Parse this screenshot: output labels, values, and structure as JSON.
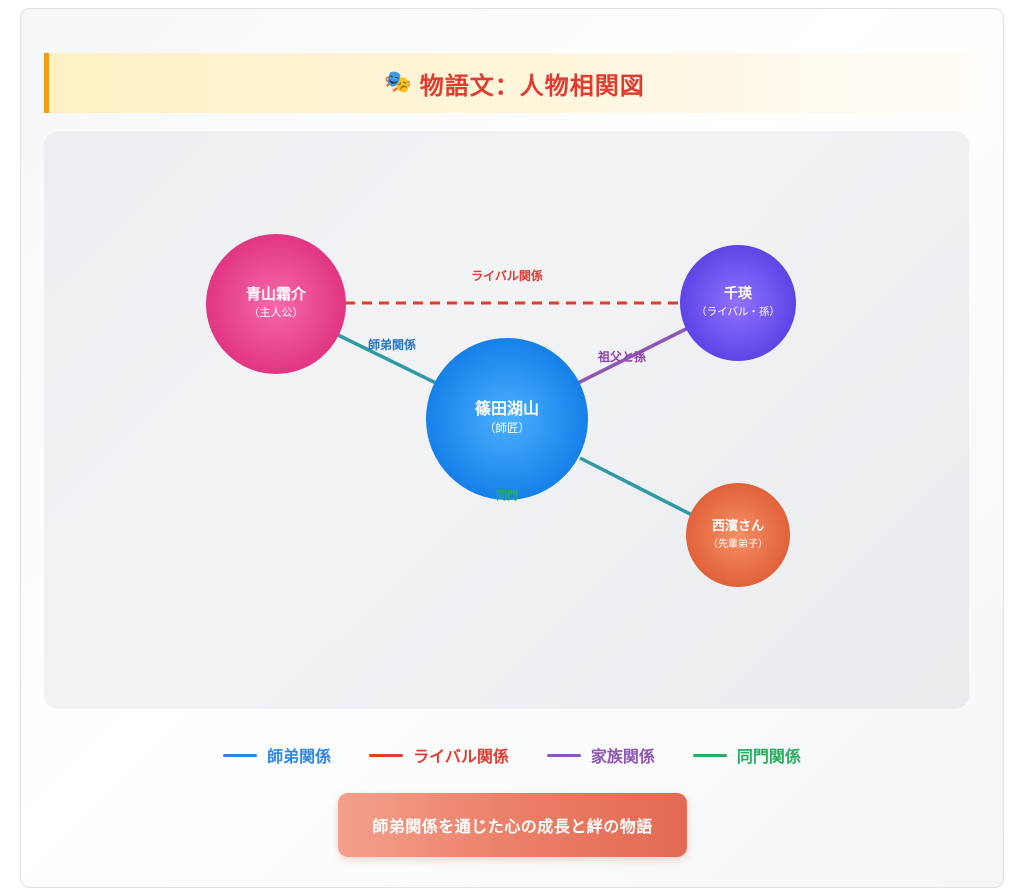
{
  "title": {
    "icon": "🎭",
    "text": "物語文：人物相関図"
  },
  "nodes": [
    {
      "id": "aoyama",
      "name": "青山霜介",
      "role": "（主人公）",
      "color_a": "#f45aa0",
      "color_b": "#e23a86"
    },
    {
      "id": "chiaki",
      "name": "千瑛",
      "role": "（ライバル・孫）",
      "color_a": "#8a6bff",
      "color_b": "#6046e8"
    },
    {
      "id": "shinoda",
      "name": "篠田湖山",
      "role": "（師匠）",
      "color_a": "#3aa4ff",
      "color_b": "#147fe6"
    },
    {
      "id": "nishihama",
      "name": "西濱さん",
      "role": "（先輩弟子）",
      "color_a": "#f5845a",
      "color_b": "#e2623a"
    }
  ],
  "edges": [
    {
      "label": "ライバル関係",
      "color": "#e03c31",
      "style": "dashed"
    },
    {
      "label": "師弟関係",
      "color": "#2e9aa8",
      "style": "solid"
    },
    {
      "label": "祖父と孫",
      "color": "#8e56b5",
      "style": "solid"
    },
    {
      "label": "同門",
      "color": "#2e9aa8",
      "style": "solid"
    }
  ],
  "edge_label_colors": {
    "rival": "#e03c31",
    "mentor": "#2874c8",
    "family": "#8e44ad",
    "same": "#27ae60"
  },
  "legend": [
    {
      "label": "師弟関係",
      "color": "#2e86de"
    },
    {
      "label": "ライバル関係",
      "color": "#e03c31"
    },
    {
      "label": "家族関係",
      "color": "#8e56b5"
    },
    {
      "label": "同門関係",
      "color": "#27ae60"
    }
  ],
  "summary": "師弟関係を通じた心の成長と絆の物語"
}
